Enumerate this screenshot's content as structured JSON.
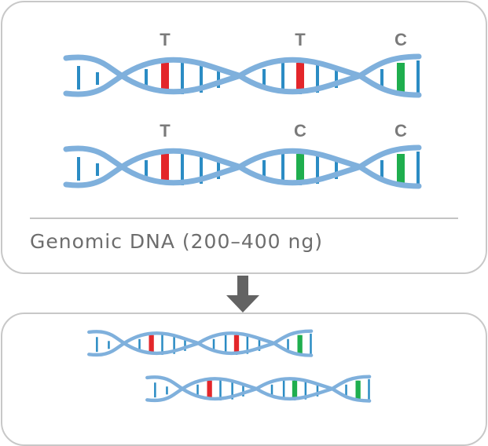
{
  "colors": {
    "strand": "#7fb0dc",
    "rung": "#2b8cc4",
    "mutant": "#e3262a",
    "reference": "#1fae4e",
    "label": "#7a7a7a",
    "arrow": "#636363"
  },
  "top_panel": {
    "caption": "Genomic DNA (200–400 ng)",
    "molecules": [
      {
        "name": "dna-molecule-1",
        "sites": [
          {
            "label": "T",
            "type": "mutant"
          },
          {
            "label": "T",
            "type": "mutant"
          },
          {
            "label": "C",
            "type": "reference"
          }
        ]
      },
      {
        "name": "dna-molecule-2",
        "sites": [
          {
            "label": "T",
            "type": "mutant"
          },
          {
            "label": "C",
            "type": "reference"
          },
          {
            "label": "C",
            "type": "reference"
          }
        ]
      }
    ]
  },
  "bottom_panel": {
    "fragments": [
      {
        "name": "dna-fragment-1",
        "sites": [
          {
            "type": "mutant"
          },
          {
            "type": "mutant"
          },
          {
            "type": "reference"
          }
        ]
      },
      {
        "name": "dna-fragment-2",
        "sites": [
          {
            "type": "mutant"
          },
          {
            "type": "reference"
          },
          {
            "type": "reference"
          }
        ]
      }
    ]
  }
}
